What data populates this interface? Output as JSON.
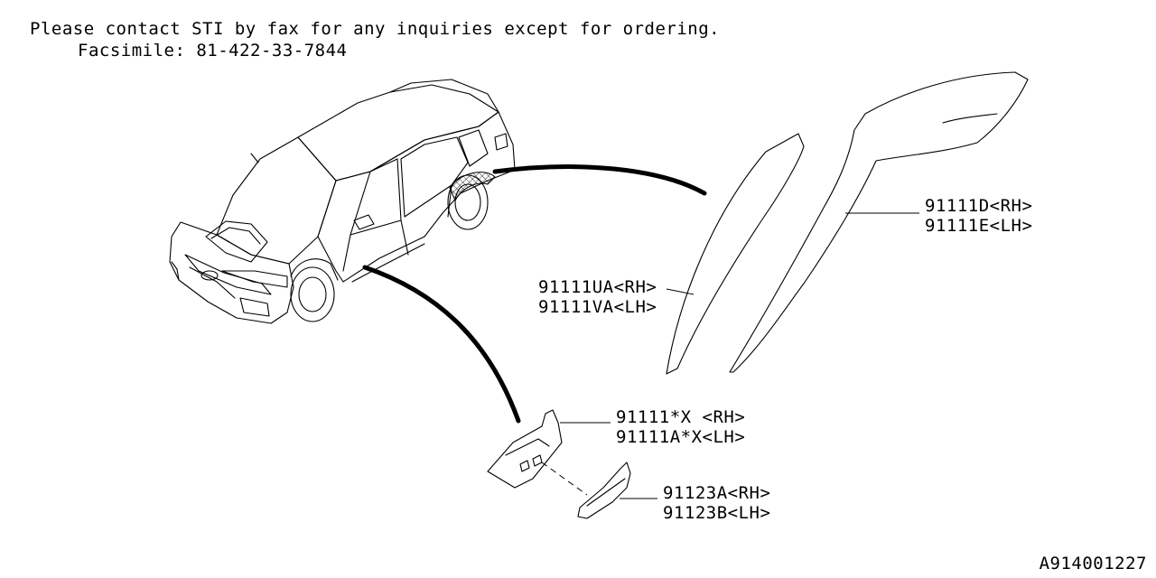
{
  "notice": {
    "line1": "Please contact STI by fax for any inquiries except for ordering.",
    "line2": "Facsimile: 81-422-33-7844"
  },
  "callouts": [
    {
      "part_rh": "91111D<RH>",
      "part_lh": "91111E<LH>"
    },
    {
      "part_rh": "91111UA<RH>",
      "part_lh": "91111VA<LH>"
    },
    {
      "part_rh": "91111*X  <RH>",
      "part_lh": "91111A*X<LH>"
    },
    {
      "part_rh": "91123A<RH>",
      "part_lh": "91123B<LH>"
    }
  ],
  "diagram_id": "A914001227"
}
